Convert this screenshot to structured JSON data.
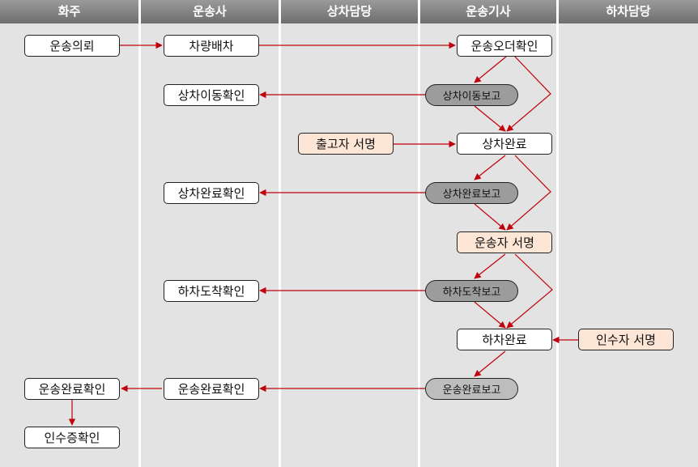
{
  "lanes": [
    "화주",
    "운송사",
    "상차담당",
    "운송기사",
    "하차담당"
  ],
  "colors": {
    "arrow": "#c0000b",
    "report_fill": "#9c9c9c",
    "sign_fill": "#fde6d6"
  },
  "nodes": {
    "shipper_request": "운송의뢰",
    "vehicle_dispatch": "차량배차",
    "order_confirm": "운송오더확인",
    "loading_move_check": "상차이동확인",
    "loading_move_report": "상차이동보고",
    "shipper_sign": "출고자 서명",
    "loading_done": "상차완료",
    "loading_done_check": "상차완료확인",
    "loading_done_report": "상차완료보고",
    "carrier_sign": "운송자 서명",
    "unloading_arrive_check": "하차도착확인",
    "unloading_arrive_report": "하차도착보고",
    "unloading_done": "하차완료",
    "receiver_sign": "인수자 서명",
    "shipper_complete_check": "운송완료확인",
    "carrier_complete_check": "운송완료확인",
    "complete_report": "운송완료보고",
    "receipt_check": "인수증확인"
  }
}
